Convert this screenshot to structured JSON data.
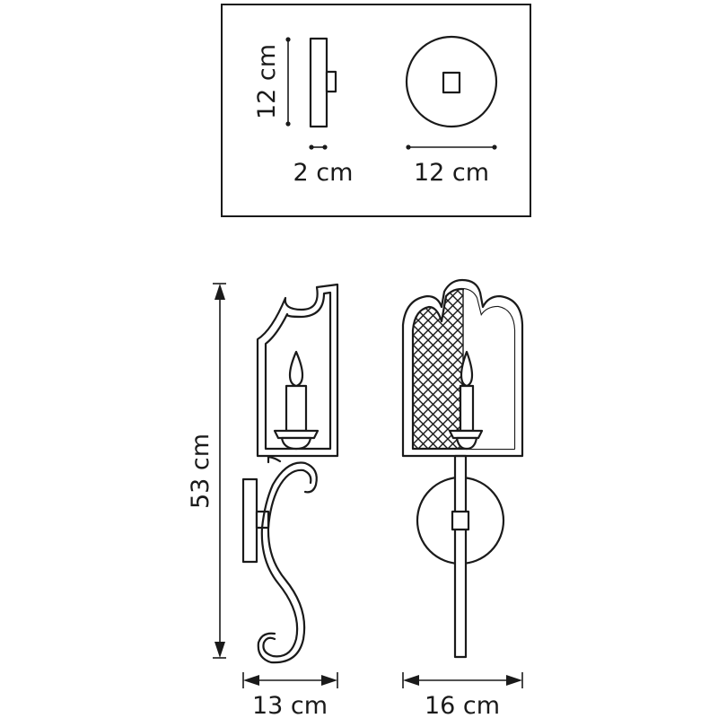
{
  "mount_plate": {
    "height_label": "12 cm",
    "depth_label": "2 cm",
    "diameter_label": "12 cm"
  },
  "fixture": {
    "height_label": "53 cm",
    "depth_label": "13 cm",
    "width_label": "16 cm"
  }
}
